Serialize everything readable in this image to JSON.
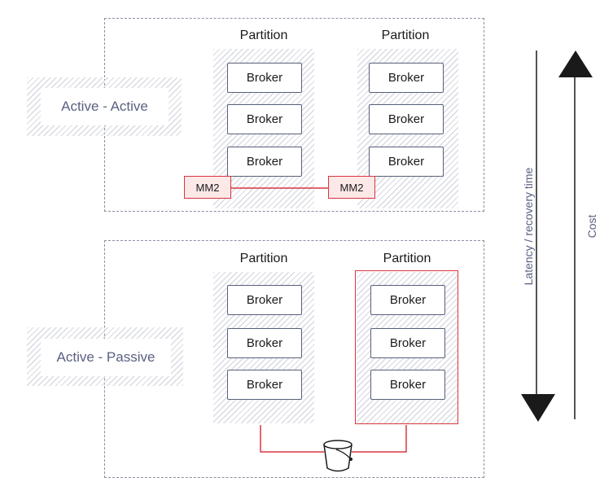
{
  "active_active": {
    "label": "Active - Active",
    "partitions": [
      {
        "title": "Partition",
        "brokers": [
          "Broker",
          "Broker",
          "Broker"
        ]
      },
      {
        "title": "Partition",
        "brokers": [
          "Broker",
          "Broker",
          "Broker"
        ]
      }
    ],
    "mm2_left": "MM2",
    "mm2_right": "MM2"
  },
  "active_passive": {
    "label": "Active - Passive",
    "partitions": [
      {
        "title": "Partition",
        "brokers": [
          "Broker",
          "Broker",
          "Broker"
        ]
      },
      {
        "title": "Partition",
        "brokers": [
          "Broker",
          "Broker",
          "Broker"
        ]
      }
    ]
  },
  "axes": {
    "latency_label": "Latency / recovery time",
    "cost_label": "Cost"
  },
  "colors": {
    "dashed_border": "#8a8fa3",
    "broker_border": "#59607a",
    "accent_red": "#d9363e",
    "label_text": "#5a6180"
  },
  "icons": {
    "bucket": "bucket-icon",
    "arrow_up": "arrow-up-icon",
    "arrow_down": "arrow-down-icon"
  }
}
